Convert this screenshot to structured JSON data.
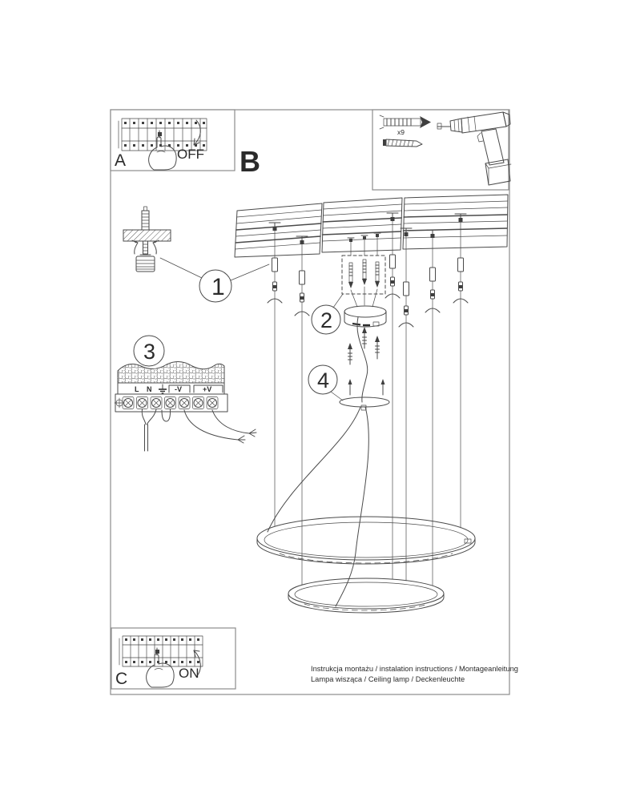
{
  "colors": {
    "line": "#4a4a4a",
    "text": "#2b2b2b",
    "border": "#8c8c8c",
    "background": "#ffffff"
  },
  "panels": {
    "a": {
      "letter": "A",
      "action": "OFF",
      "icons": [
        "breaker-panel-icon",
        "pressing-hand-icon",
        "arrow-down-icon"
      ]
    },
    "b": {
      "letter": "B"
    },
    "c": {
      "letter": "C",
      "action": "ON",
      "icons": [
        "breaker-panel-icon",
        "pressing-hand-icon",
        "arrow-up-icon"
      ]
    }
  },
  "toolbox": {
    "quantity_label": "x9",
    "icons": [
      "wall-plug-icon",
      "screw-icon",
      "drill-icon"
    ]
  },
  "callouts": {
    "c1": "1",
    "c2": "2",
    "c3": "3",
    "c4": "4"
  },
  "terminal_block": {
    "live": "L",
    "neutral": "N",
    "earth_icon": "earth-ground",
    "negative": "-V",
    "positive": "+V"
  },
  "footer": {
    "line1": "Instrukcja montażu / instalation instructions / Montageanleitung",
    "line2": "Lampa wisząca / Ceiling lamp / Deckenleuchte"
  }
}
